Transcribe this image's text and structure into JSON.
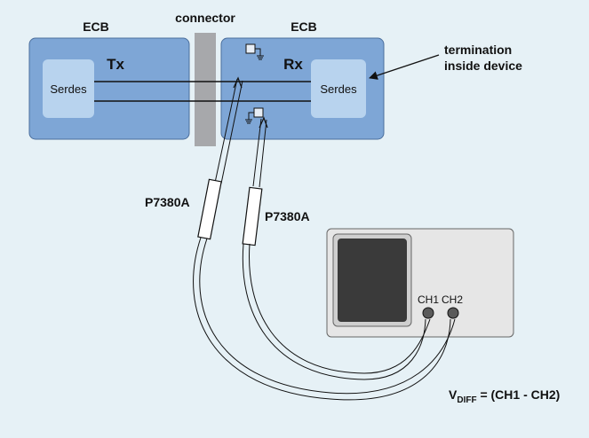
{
  "left_board": {
    "title": "ECB",
    "block_label": "Tx",
    "serdes": "Serdes"
  },
  "right_board": {
    "title": "ECB",
    "block_label": "Rx",
    "serdes": "Serdes"
  },
  "connector_label": "connector",
  "termination_label": [
    "termination",
    "inside device"
  ],
  "probe_labels": [
    "P7380A",
    "P7380A"
  ],
  "scope_channels": [
    "CH1",
    "CH2"
  ],
  "formula": {
    "base": "V",
    "subscript": "DIFF",
    "text": " = (CH1 - CH2)"
  },
  "colors": {
    "background": "#e6f1f6",
    "board_fill": "#7ea6d6",
    "board_stroke": "#4a6e9c",
    "serdes_fill": "#b8d3ee",
    "connector": "#a7a8ab",
    "scope_body": "#e6e6e6",
    "scope_screen": "#3a3a3a"
  }
}
